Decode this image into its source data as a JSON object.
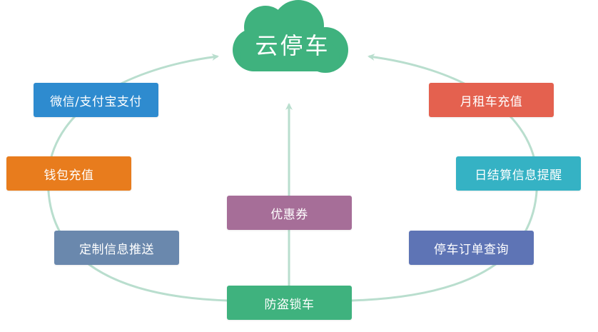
{
  "center": {
    "label": "云停车",
    "color": "#3fb27e"
  },
  "nodes": {
    "wechat_alipay": {
      "label": "微信/支付宝支付",
      "color": "#2e8bcf"
    },
    "wallet_topup": {
      "label": "钱包充值",
      "color": "#e87c1d"
    },
    "custom_push": {
      "label": "定制信息推送",
      "color": "#6a88ad"
    },
    "anti_theft": {
      "label": "防盗锁车",
      "color": "#3fb27e"
    },
    "coupon": {
      "label": "优惠券",
      "color": "#a66e98"
    },
    "monthly_topup": {
      "label": "月租车充值",
      "color": "#e4614f"
    },
    "daily_reminder": {
      "label": "日结算信息提醒",
      "color": "#35b2c4"
    },
    "order_query": {
      "label": "停车订单查询",
      "color": "#5e74b5"
    }
  },
  "line_color": "#b9dece"
}
